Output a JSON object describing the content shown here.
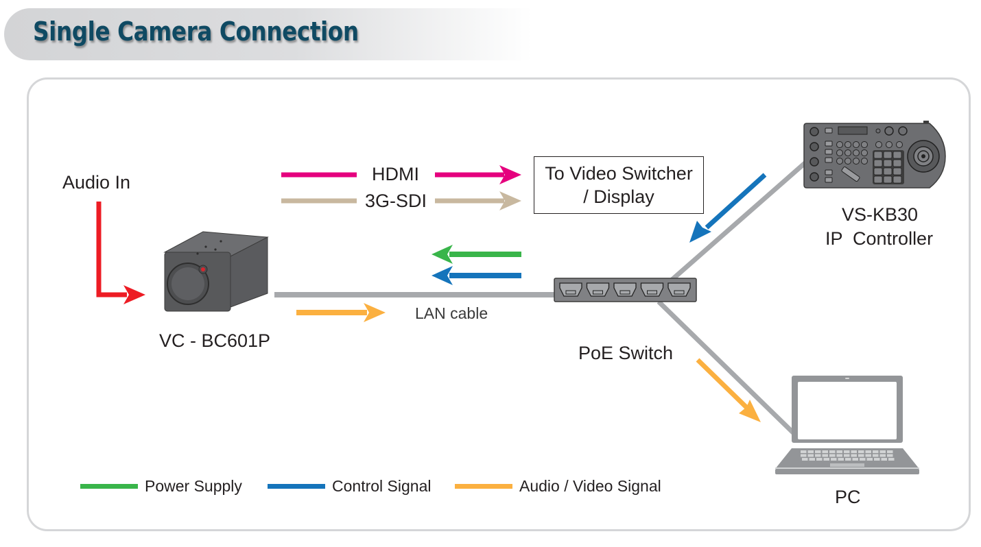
{
  "header": {
    "title": "Single Camera Connection"
  },
  "colors": {
    "title": "#0f4a63",
    "hdmi": "#e5007e",
    "sdi": "#c8b89f",
    "audio_in": "#ed1c24",
    "power": "#39b54a",
    "control": "#1574bb",
    "av_signal": "#fbb040",
    "lan_cable": "#a7a9ac",
    "device_gray": "#58595b"
  },
  "devices": {
    "camera": {
      "label": "VC - BC601P"
    },
    "poe_switch": {
      "label": "PoE Switch",
      "ports": 5
    },
    "controller": {
      "model": "VS-KB30",
      "type": "IP  Controller"
    },
    "pc": {
      "label": "PC"
    }
  },
  "labels": {
    "audio_in": "Audio In",
    "hdmi": "HDMI",
    "sdi": "3G-SDI",
    "video_switcher_line1": "To Video Switcher",
    "video_switcher_line2": "/ Display",
    "lan_cable": "LAN cable"
  },
  "legend": [
    {
      "label": "Power Supply",
      "color": "#39b54a"
    },
    {
      "label": "Control Signal",
      "color": "#1574bb"
    },
    {
      "label": "Audio / Video Signal",
      "color": "#fbb040"
    }
  ]
}
